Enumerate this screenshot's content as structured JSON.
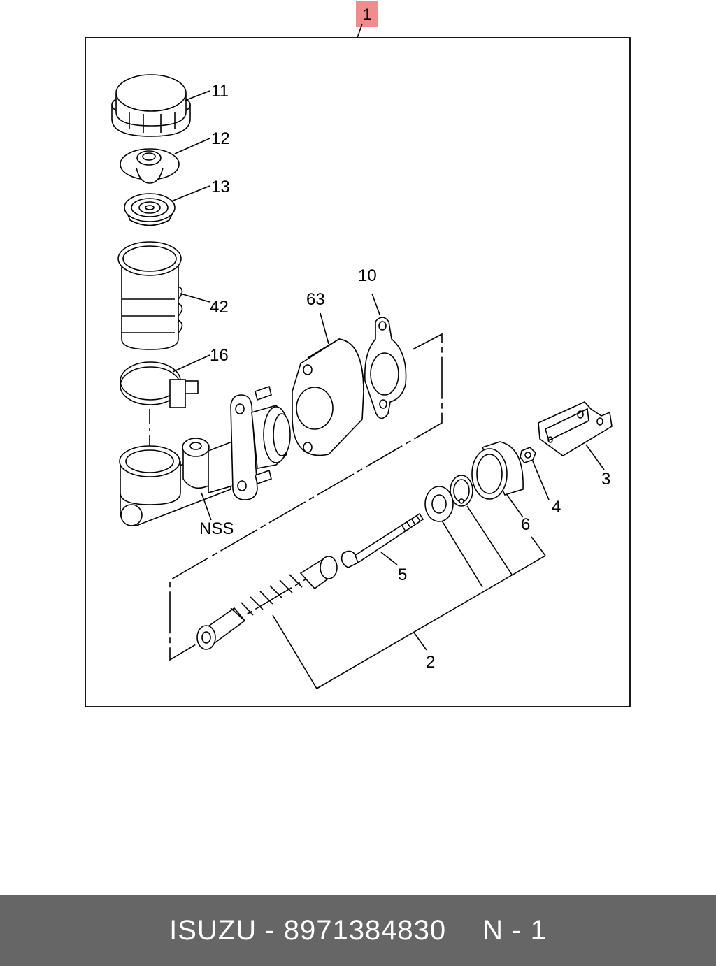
{
  "diagram": {
    "assembly_number": "1",
    "callouts": [
      "11",
      "12",
      "13",
      "42",
      "16",
      "63",
      "10",
      "3",
      "4",
      "6",
      "5",
      "2",
      "NSS"
    ]
  },
  "footer": {
    "brand": "ISUZU",
    "separator": "-",
    "part_number": "8971384830",
    "note": "N - 1"
  },
  "colors": {
    "footer_bg": "#666666",
    "footer_text": "#ffffff",
    "assembly_tag_bg": "#f08c8c"
  }
}
